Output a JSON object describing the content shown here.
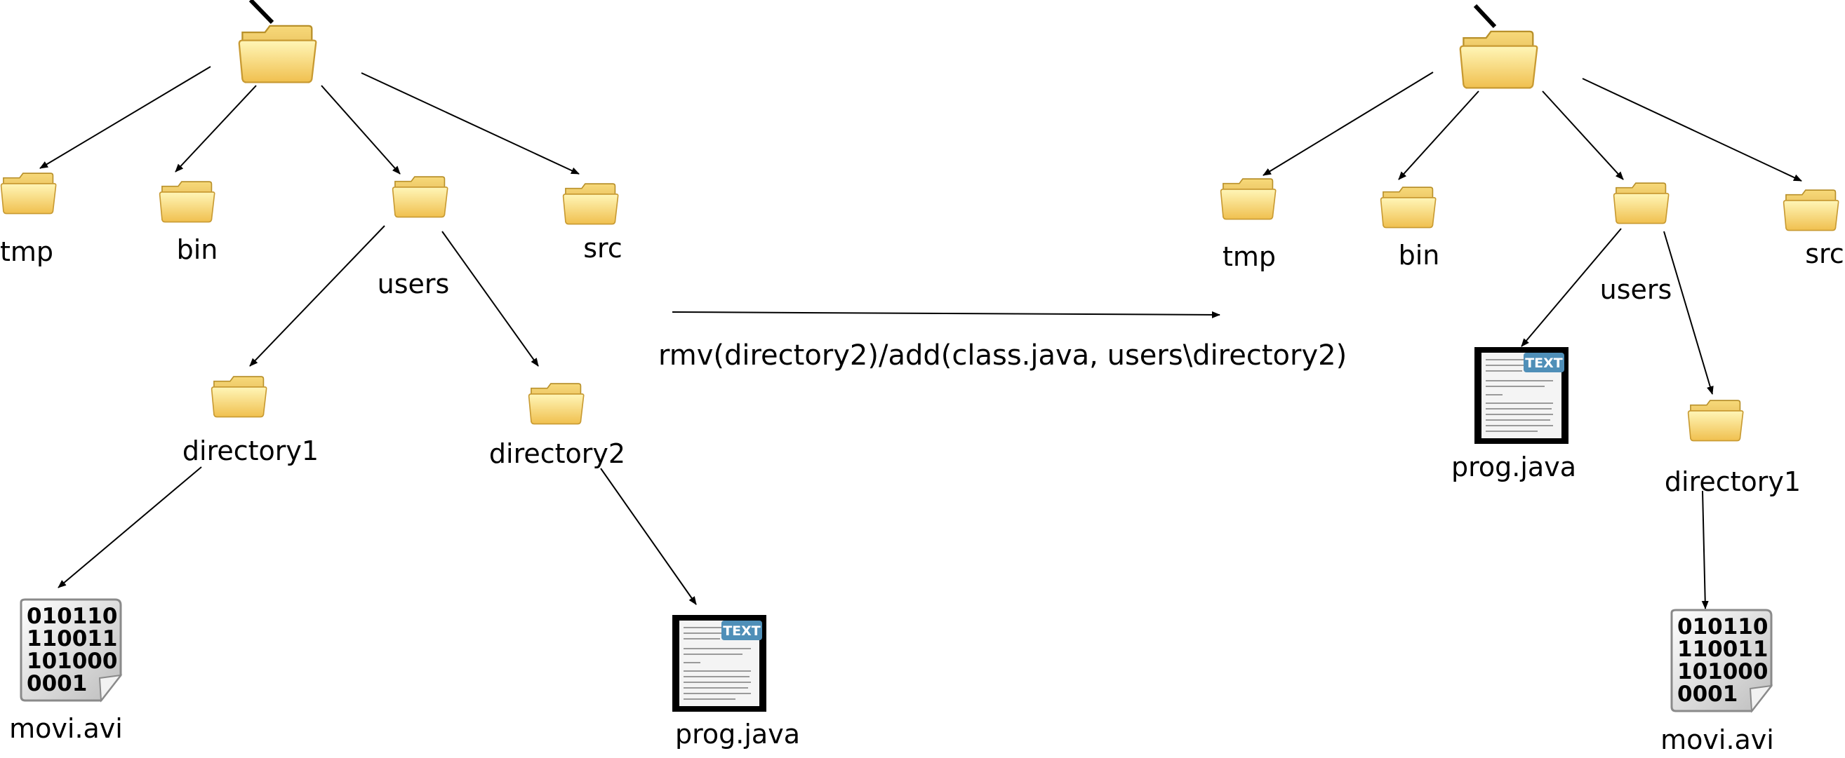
{
  "before_tree": {
    "root_symbol": "\\",
    "tmp": "tmp",
    "bin": "bin",
    "users": "users",
    "src": "src",
    "directory1": "directory1",
    "directory2": "directory2",
    "movi_avi": "movi.avi",
    "prog_java": "prog.java"
  },
  "operation": {
    "label": "rmv(directory2)/add(class.java, users\\directory2)"
  },
  "after_tree": {
    "root_symbol": "\\",
    "tmp": "tmp",
    "bin": "bin",
    "users": "users",
    "src": "src",
    "directory1": "directory1",
    "prog_java": "prog.java",
    "movi_avi": "movi.avi"
  },
  "icons": {
    "folder": "folder-icon",
    "text_file": "text-file-icon",
    "binary_file": "binary-file-icon",
    "text_badge": "TEXT",
    "binary_lines": [
      "010110",
      "110011",
      "101000",
      "0001"
    ]
  },
  "colors": {
    "folder_light": "#fff3a6",
    "folder_dark": "#e8b84a",
    "folder_edge": "#b8902a",
    "text_badge": "#4f8fb8",
    "text_file_bg": "#000000",
    "binary_file_bg": "#e6e6e6"
  }
}
